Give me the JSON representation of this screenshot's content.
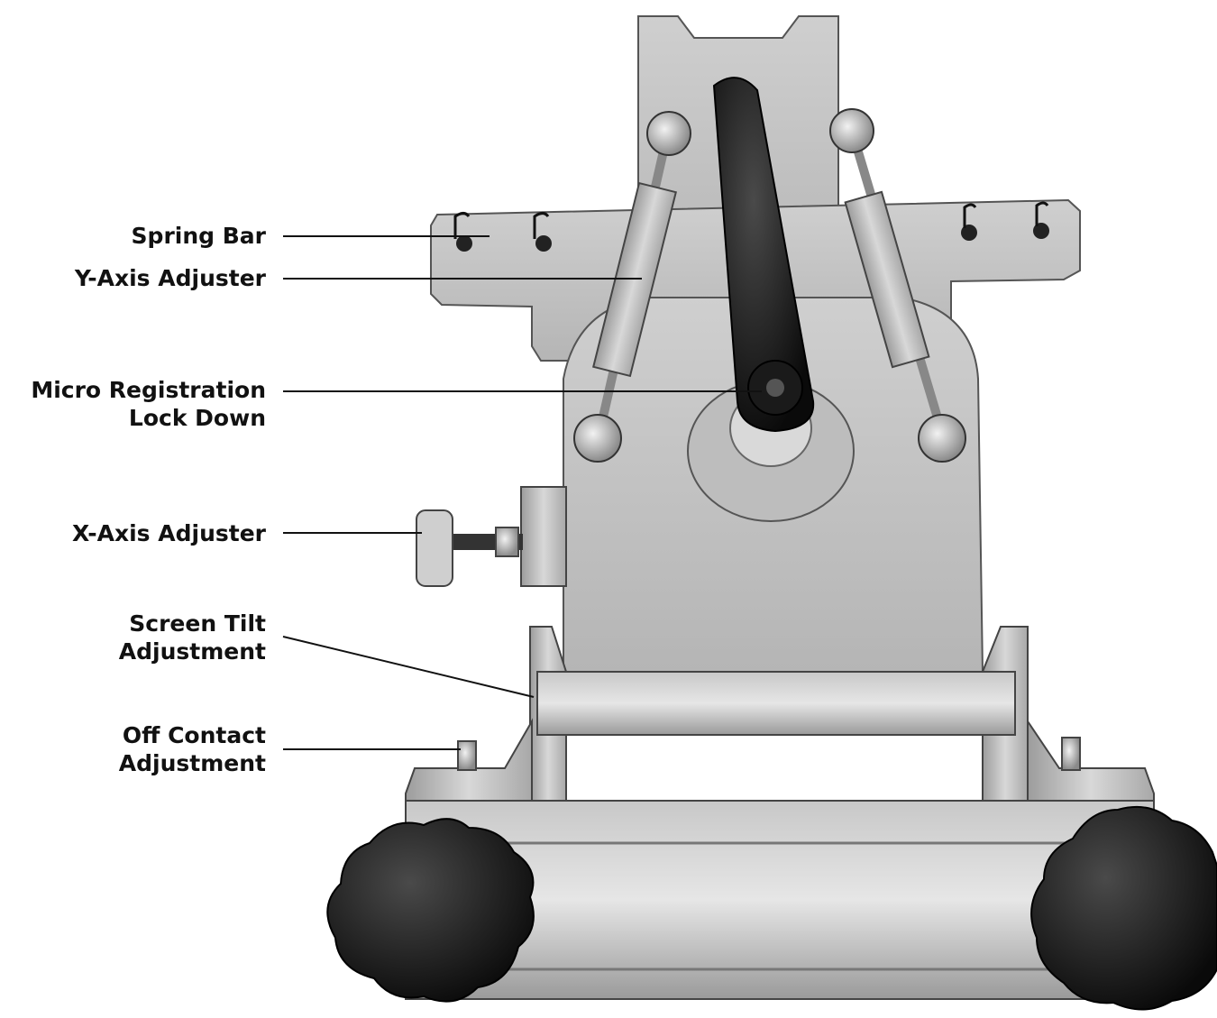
{
  "labels": {
    "spring_bar": "Spring Bar",
    "y_axis": "Y-Axis Adjuster",
    "micro_line1": "Micro Registration",
    "micro_line2": "Lock Down",
    "x_axis": "X-Axis Adjuster",
    "tilt_line1": "Screen Tilt",
    "tilt_line2": "Adjustment",
    "off_line1": "Off Contact",
    "off_line2": "Adjustment"
  }
}
